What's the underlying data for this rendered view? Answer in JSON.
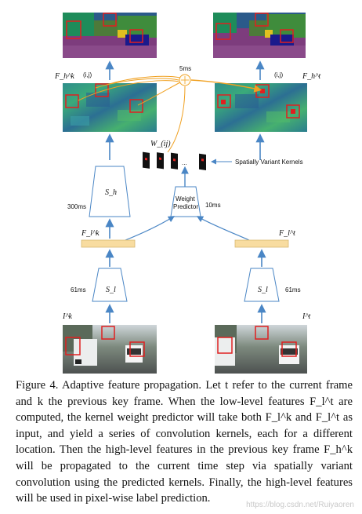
{
  "figure": {
    "labels": {
      "fh_key": "F_h^k",
      "fh_cur": "F_h^t",
      "fl_key": "F_l^k",
      "fl_cur": "F_l^t",
      "ij_left": "(i,j)",
      "ij_right": "(i,j)",
      "time_5ms": "5ms",
      "time_300ms": "300ms",
      "time_10ms": "10ms",
      "time_61ms_left": "61ms",
      "time_61ms_right": "61ms",
      "sh": "S_h",
      "sl_left": "S_l",
      "sl_right": "S_l",
      "weight_predictor_line1": "Weight",
      "weight_predictor_line2": "Predictor",
      "wij": "W_(ij)",
      "ellipsis": "...",
      "kernels": "Spatially Variant Kernels",
      "ik": "I^k",
      "it": "I^t"
    },
    "colors": {
      "arrow_blue": "#4a86c5",
      "arrow_orange": "#f0a020",
      "feature_bar": "#f8dca0",
      "box_red": "#e02020"
    }
  },
  "caption": {
    "figure_number": "Figure 4.",
    "text": "Adaptive feature propagation. Let t refer to the current frame and k the previous key frame. When the low-level features F_l^t are computed, the kernel weight predictor will take both F_l^k and F_l^t as input, and yield a series of convolution kernels, each for a different location. Then the high-level features in the previous key frame F_h^k will be propagated to the current time step via spatially variant convolution using the predicted kernels. Finally, the high-level features will be used in pixel-wise label prediction."
  },
  "watermark": "https://blog.csdn.net/Ruiyaoren"
}
